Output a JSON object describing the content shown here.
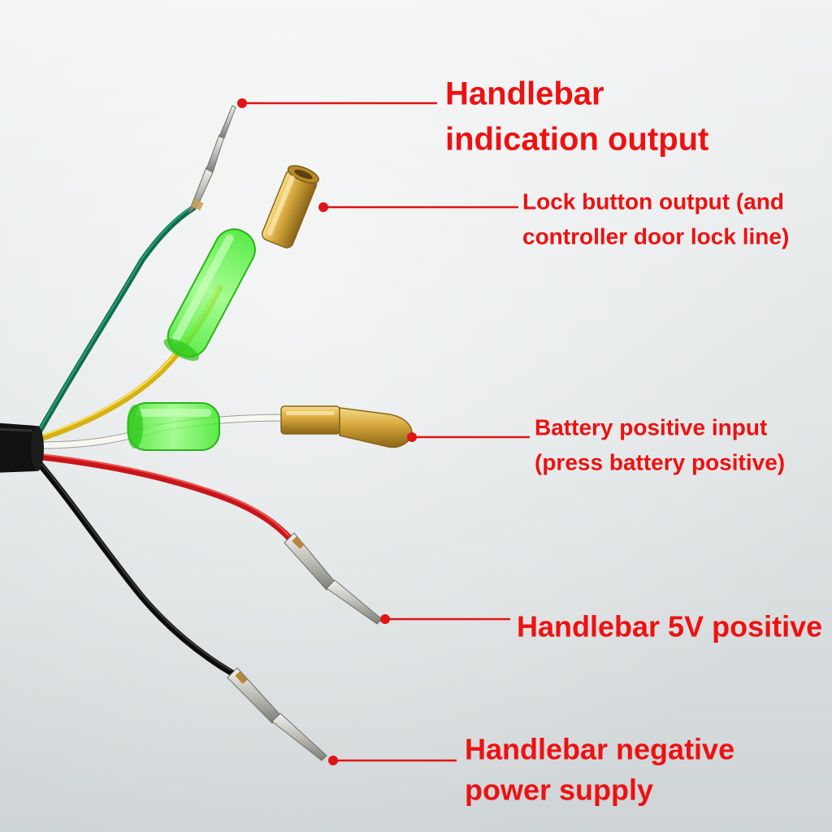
{
  "colors": {
    "label": "#ee1111",
    "leader": "#e01515",
    "cable_jacket": "#111111",
    "wire_green": "#0f7a55",
    "wire_yellow": "#e8c21c",
    "wire_white": "#f4f4f0",
    "wire_red": "#e3191b",
    "wire_black": "#141414",
    "sleeve_green": "#5cff3c",
    "brass": "#d4a53a",
    "pin": "#c9c9c4"
  },
  "callouts": [
    {
      "id": "handlebar-indication-output",
      "wire": "green",
      "lines": [
        "Handlebar",
        "indication output"
      ]
    },
    {
      "id": "lock-button-output",
      "wire": "yellow",
      "lines": [
        "Lock button output (and",
        "controller door lock line)"
      ]
    },
    {
      "id": "battery-positive-input",
      "wire": "white",
      "lines": [
        "Battery positive input",
        "(press battery positive)"
      ]
    },
    {
      "id": "handlebar-5v-positive",
      "wire": "red",
      "lines": [
        "Handlebar 5V positive"
      ]
    },
    {
      "id": "handlebar-negative-power-supply",
      "wire": "black",
      "lines": [
        "Handlebar negative",
        "power supply"
      ]
    }
  ]
}
